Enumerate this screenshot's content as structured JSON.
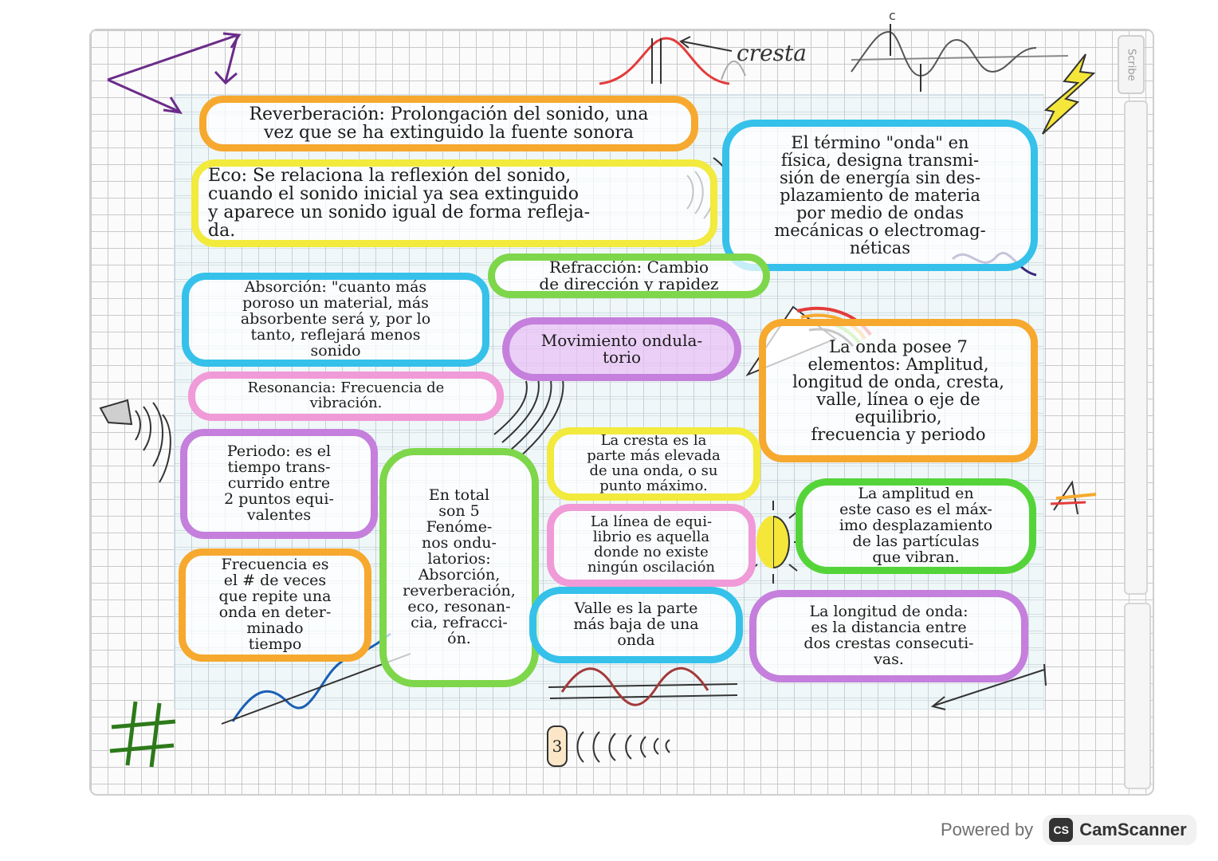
{
  "labels": {
    "cresta": "cresta",
    "c_mark": "c",
    "page_number": "3"
  },
  "notes": {
    "reverberacion": "Reverberación: Prolongación del sonido, una\nvez que se ha extinguido la fuente sonora",
    "eco": "Eco: Se relaciona la reflexión del sonido,\ncuando el sonido inicial ya sea extinguido\ny aparece un sonido igual de forma refleja-\nda.",
    "onda_definicion": "El término \"onda\" en\nfísica, designa transmi-\nsión de energía sin des-\nplazamiento de materia\npor medio de ondas\nmecánicas o electromag-\nnéticas",
    "refraccion": "Refracción: Cambio\nde dirección y rapidez",
    "absorcion": "Absorción: \"cuanto más\nporoso un material, más\nabsorbente será y, por lo\ntanto, reflejará menos\nsonido",
    "movimiento": "Movimiento ondula-\ntorio",
    "elementos": "La onda posee 7\nelementos: Amplitud,\nlongitud de onda, cresta,\nvalle, línea o eje de\nequilibrio,\nfrecuencia y periodo",
    "resonancia": "Resonancia: Frecuencia de\nvibración.",
    "periodo": "Periodo: es el\ntiempo trans-\ncurrido entre\n2 puntos equi-\nvalentes",
    "fenomenos": "En total\nson 5\nFenóme-\nnos ondu-\nlatorios:\nAbsorción,\nreverberación,\neco, resonan-\ncia, refracci-\nón.",
    "cresta": "La cresta es la\nparte más elevada\nde una onda, o su\npunto máximo.",
    "equilibrio": "La línea de equi-\nlibrio es aquella\ndonde no existe\nningún oscilación",
    "amplitud": "La amplitud en\neste caso es el máx-\nimo desplazamiento\nde las partículas\nque vibran.",
    "frecuencia": "Frecuencia es\nel # de veces\nque repite una\nonda en deter-\nminado\ntiempo",
    "valle": "Valle es la parte\nmás baja de una\nonda",
    "longitud": "La longitud de onda:\nes la distancia entre\ndos crestas consecuti-\nvas."
  },
  "app": {
    "side_tab": "Scribe"
  },
  "footer": {
    "powered_by": "Powered by",
    "brand_logo": "CS",
    "brand_name": "CamScanner"
  },
  "colors": {
    "orange": "#f6a92e",
    "yellow": "#f2ea3c",
    "cyan": "#35c1ea",
    "green": "#7ed64a",
    "pink": "#f09ad8",
    "purple": "#c57fdc"
  }
}
